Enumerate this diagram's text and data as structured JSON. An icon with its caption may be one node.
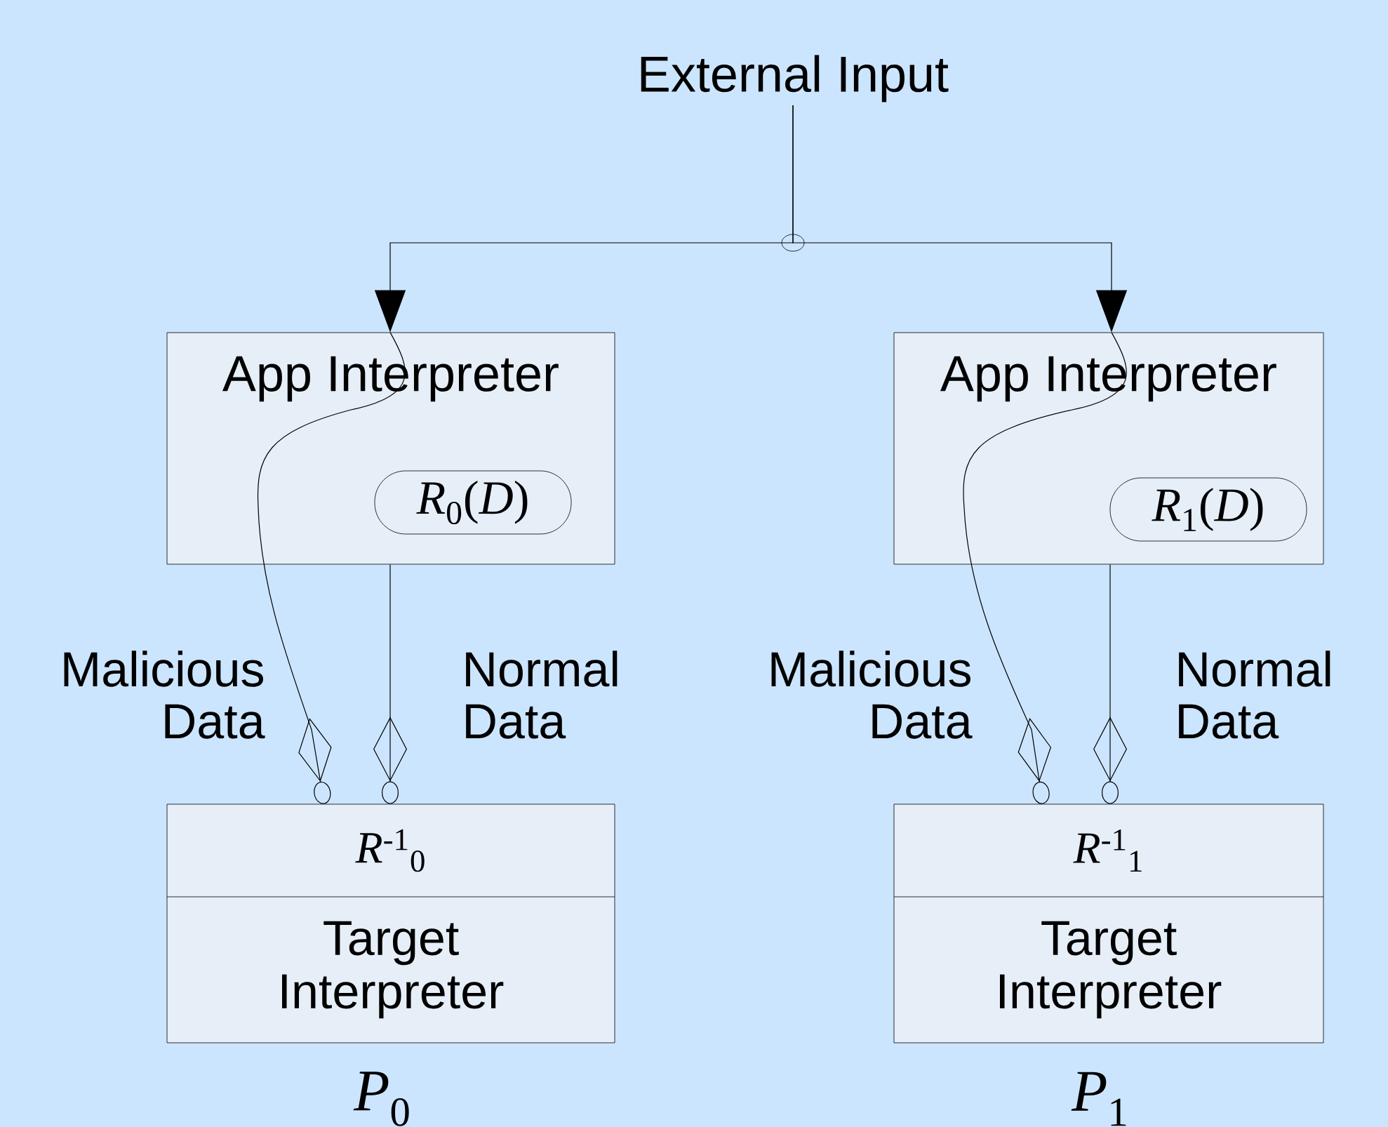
{
  "diagram": {
    "nodes": [
      {
        "text": [
          "External Input"
        ]
      },
      {
        "text": [
          "App Interpreter"
        ]
      },
      {
        "text": [
          "*R*$_{0}$(*D*)"
        ],
        "in": 1
      },
      {
        "text": [
          "*R*$^{-1}$$_{0}$",
          "Target Interpreter"
        ],
        "beside": [
          "*P*$_{0}$"
        ]
      },
      {
        "text": [
          "App Interpreter"
        ]
      },
      {
        "text": [
          "*R*$_{1}$(*D*)"
        ],
        "in": 4
      },
      {
        "text": [
          "*R*$^{-1}$$_{1}$",
          "Target Interpreter"
        ],
        "beside": [
          "*P*$_{1}$"
        ]
      }
    ],
    "edges": [
      {
        "from": 0,
        "to": 1,
        "arrow": "to"
      },
      {
        "from": 0,
        "to": 4,
        "arrow": "to"
      },
      {
        "from": 1,
        "to": 3,
        "arrow": "other",
        "label": "Malicious Data"
      },
      {
        "from": 1,
        "to": 3,
        "arrow": "other",
        "label": "Normal Data"
      },
      {
        "from": 4,
        "to": 6,
        "arrow": "other",
        "label": "Malicious Data"
      },
      {
        "from": 4,
        "to": 6,
        "arrow": "other",
        "label": "Normal Data"
      }
    ]
  }
}
